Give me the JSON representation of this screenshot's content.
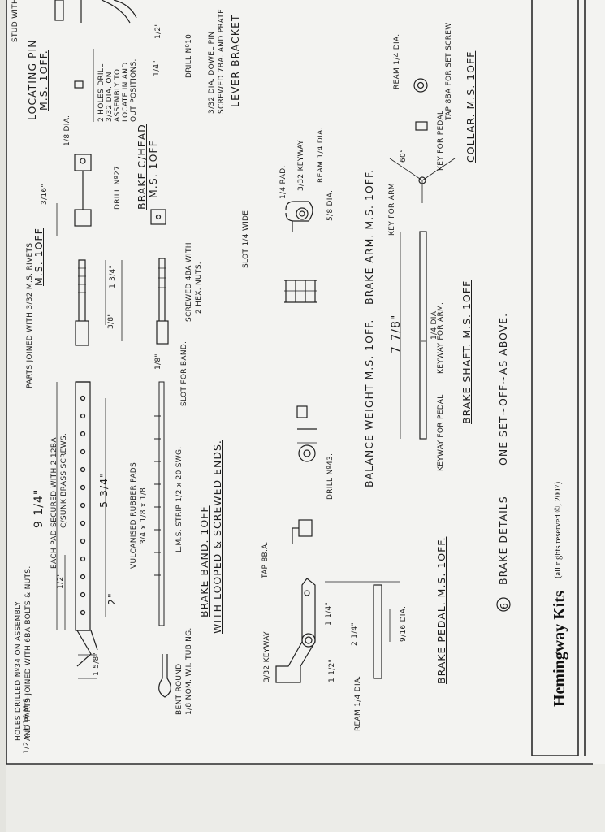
{
  "sheet": {
    "number": "6",
    "title": "BRAKE DETAILS",
    "title_suffix": "ONE SET~OFF~AS ABOVE.",
    "brand": "Hemingway Kits",
    "rights": "(all rights reserved ©, 2007)"
  },
  "titles": {
    "brake_band": "BRAKE BAND. 1OFF",
    "brake_band_sub": "WITH LOOPED & SCREWED ENDS.",
    "brake_pedal": "BRAKE PEDAL. M.S. 1OFF.",
    "balance_weight": "BALANCE WEIGHT M.S. 1OFF.",
    "brake_arm": "BRAKE ARM. M.S. 1OFF.",
    "brake_shaft": "BRAKE SHAFT. M.S. 1OFF",
    "collar": "COLLAR. M.S. 1OFF",
    "brake_chead": "BRAKE C/HEAD",
    "brake_chead_sub": "M.S. 1OFF",
    "locating_pin": "LOCATING PIN",
    "locating_pin_sub": "M.S. 1OFF.",
    "lever_brackets": "LEVER BRACKET",
    "ms_1off": "M.S. 1OFF"
  },
  "notes": {
    "holes_drilled": "HOLES DRILLED Nº34 ON ASSEMBLY",
    "parts_joined_bolts": "AND PARTS JOINED WITH 6BA BOLTS & NUTS.",
    "parts_joined_rivets": "PARTS JOINED WITH 3/32 M.S. RIVETS",
    "each_pad": "EACH PAD SECURED WITH 2 12BA",
    "csunk_screws": "C/SUNK BRASS SCREWS.",
    "vulcanised": "VULCANISED RUBBER PADS",
    "pad_size": "3/4 x 1/8 x 1/8",
    "strip": "L.M.S. STRIP 1/2 x 20 SWG.",
    "bent_round": "BENT ROUND",
    "nom_tubing": "1/8 NOM. W.I. TUBING.",
    "ms_strip": "1/2 x 1/16 M.S.",
    "slot_band": "SLOT FOR BAND.",
    "screwed_4ba": "SCREWED 4BA WITH",
    "hex_nuts": "2 HEX. NUTS.",
    "drill_27": "DRILL Nº27",
    "two_holes": "2 HOLES DRILL",
    "two_holes_b": "3/32 DIA. ON",
    "two_holes_c": "ASSEMBLY TO",
    "two_holes_d": "LOCATE IN AND",
    "two_holes_e": "OUT POSITIONS.",
    "drill_10": "DRILL Nº10",
    "dowel_pin": "3/32 DIA. DOWEL PIN",
    "screwed_7ba": "SCREWED 7BA. AND PRATE",
    "stud_with": "STUD WITH",
    "tap_8ba": "TAP 8B.A.",
    "keyway": "3/32 KEYWAY",
    "ream_pedal": "REAM 1/4 DIA.",
    "drill_43": "DRILL Nº43.",
    "slot_wide": "SLOT 1/4 WIDE",
    "rad": "1/4 RAD.",
    "keyway_arm": "3/32 KEYWAY",
    "ream_arm": "REAM 1/4 DIA.",
    "keyway_pedal": "KEYWAY FOR PEDAL",
    "keyway_for_arm": "KEYWAY FOR ARM.",
    "key_for_arm": "KEY FOR ARM",
    "key_for_pedal": "KEY FOR PEDAL",
    "ream_collar": "REAM 1/4 DIA.",
    "tap_set_screw": "TAP 8BA FOR SET SCREW"
  },
  "dims": {
    "band_overall": "9 1/4\"",
    "band_centre": "5 3/4\"",
    "band_left": "2\"",
    "band_end": "1 5/8\"",
    "band_pitch": "1/2\"",
    "strap_len": "1 3/4\"",
    "strap_short": "3/8\"",
    "strap_end": "1/8\"",
    "shaft_len": "7 7/8\"",
    "shaft_dia": "1/4 DIA.",
    "pedal_len": "2 1/4\"",
    "pedal_short": "1 1/4\"",
    "pedal_h": "1 1/2\"",
    "pedal_dia": "9/16 DIA.",
    "weight_dia": "5/8 DIA.",
    "chead_a": "3/16\"",
    "chead_b": "1/8 DIA.",
    "pin_a": "1/2\"",
    "pin_b": "1/4\"",
    "angle": "60°"
  },
  "colors": {
    "ink": "#1e1e1e",
    "paper": "#f3f3f1",
    "border": "#2a2a2a"
  }
}
